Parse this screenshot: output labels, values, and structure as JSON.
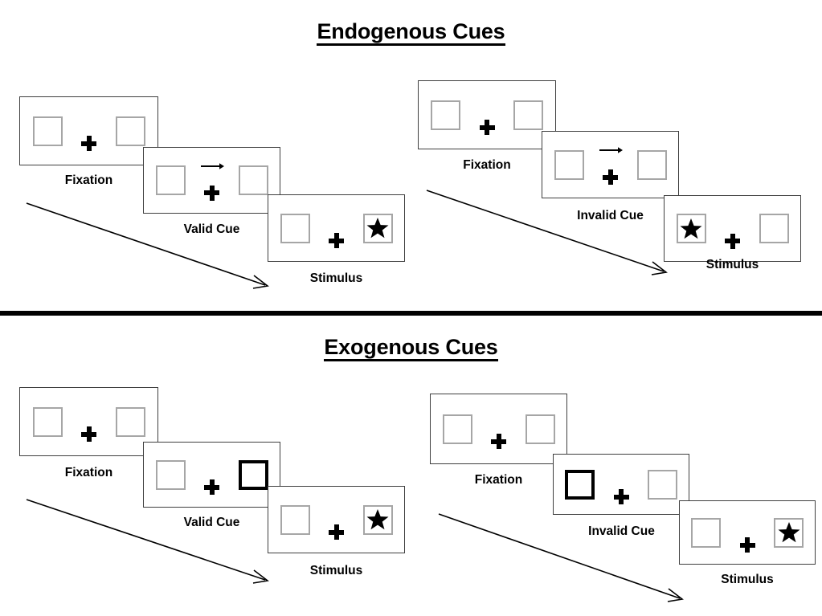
{
  "figure": {
    "type": "diagram",
    "description": "Posner cueing paradigm schematic with two conditions",
    "background_color": "#FFFFFF",
    "ink_color": "#000000",
    "box_border_color": "#A6A6A6",
    "cued_box_border_color": "#000000"
  },
  "sections": [
    {
      "id": "endogenous",
      "title": "Endogenous Cues",
      "sequences": [
        {
          "id": "endogenous-valid",
          "frames": [
            {
              "caption": "Fixation",
              "cue_type": "none",
              "left_box": "empty",
              "right_box": "empty",
              "left_cued": false,
              "right_cued": false
            },
            {
              "caption": "Valid Cue",
              "cue_type": "arrow-right",
              "left_box": "empty",
              "right_box": "empty",
              "left_cued": false,
              "right_cued": false
            },
            {
              "caption": "Stimulus",
              "cue_type": "none",
              "left_box": "empty",
              "right_box": "star",
              "left_cued": false,
              "right_cued": false
            }
          ]
        },
        {
          "id": "endogenous-invalid",
          "frames": [
            {
              "caption": "Fixation",
              "cue_type": "none",
              "left_box": "empty",
              "right_box": "empty",
              "left_cued": false,
              "right_cued": false
            },
            {
              "caption": "Invalid Cue",
              "cue_type": "arrow-right",
              "left_box": "empty",
              "right_box": "empty",
              "left_cued": false,
              "right_cued": false
            },
            {
              "caption": "Stimulus",
              "cue_type": "none",
              "left_box": "star",
              "right_box": "empty",
              "left_cued": false,
              "right_cued": false
            }
          ]
        }
      ]
    },
    {
      "id": "exogenous",
      "title": "Exogenous Cues",
      "sequences": [
        {
          "id": "exogenous-valid",
          "frames": [
            {
              "caption": "Fixation",
              "cue_type": "none",
              "left_box": "empty",
              "right_box": "empty",
              "left_cued": false,
              "right_cued": false
            },
            {
              "caption": "Valid Cue",
              "cue_type": "box-flash",
              "left_box": "empty",
              "right_box": "empty",
              "left_cued": false,
              "right_cued": true
            },
            {
              "caption": "Stimulus",
              "cue_type": "none",
              "left_box": "empty",
              "right_box": "star",
              "left_cued": false,
              "right_cued": false
            }
          ]
        },
        {
          "id": "exogenous-invalid",
          "frames": [
            {
              "caption": "Fixation",
              "cue_type": "none",
              "left_box": "empty",
              "right_box": "empty",
              "left_cued": false,
              "right_cued": false
            },
            {
              "caption": "Invalid Cue",
              "cue_type": "box-flash",
              "left_box": "empty",
              "right_box": "empty",
              "left_cued": true,
              "right_cued": false
            },
            {
              "caption": "Stimulus",
              "cue_type": "none",
              "left_box": "empty",
              "right_box": "star",
              "left_cued": false,
              "right_cued": false
            }
          ]
        }
      ]
    }
  ],
  "icons": {
    "fixation_cross": "plus-cross-icon",
    "cue_arrow": "arrow-right-icon",
    "target": "star-icon",
    "flow": "time-flow-arrow-icon"
  }
}
